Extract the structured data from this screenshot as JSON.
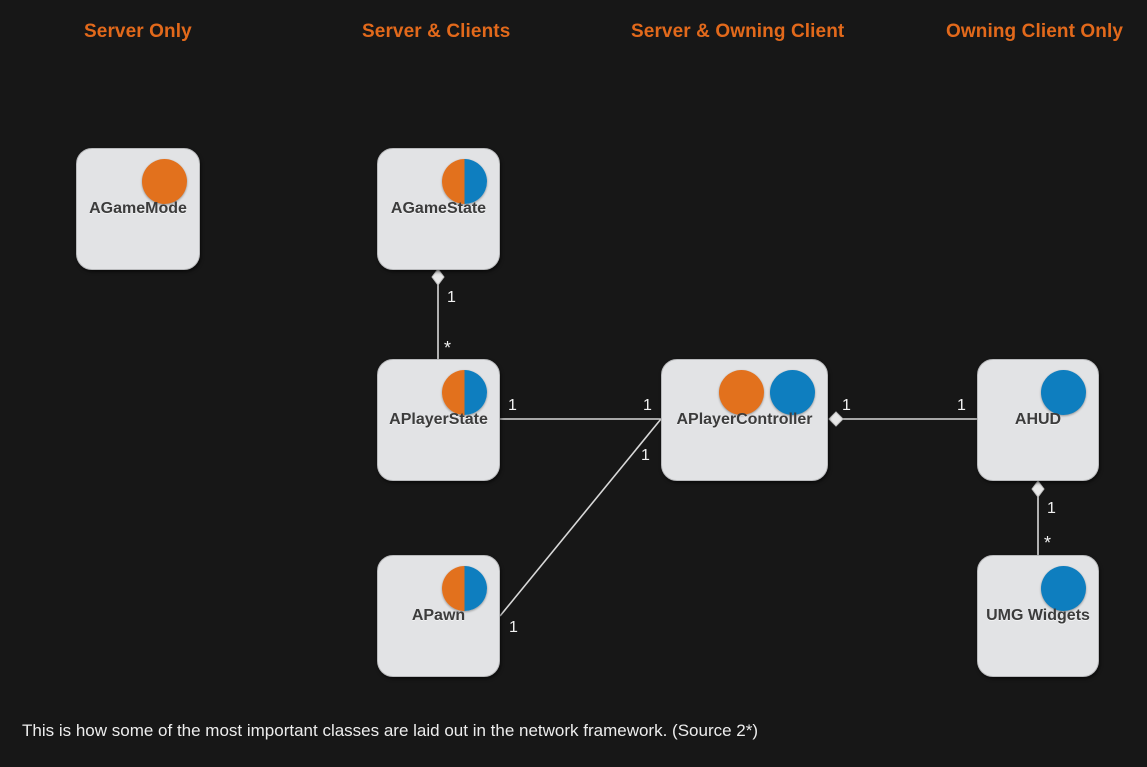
{
  "diagram": {
    "title": "Unreal Engine network framework class layout",
    "background_color": "#171717",
    "accent_color": "#E2691B",
    "node_fill": "#E2E3E5",
    "orange": "#E2711D",
    "blue": "#0E7EBF",
    "caption": "This is how some of the most important classes are laid out in the network framework. (Source 2*)"
  },
  "columns": [
    {
      "label": "Server Only"
    },
    {
      "label": "Server & Clients"
    },
    {
      "label": "Server & Owning Client"
    },
    {
      "label": "Owning Client Only"
    }
  ],
  "nodes": [
    {
      "id": "agamemode",
      "label": "AGameMode",
      "badges": [
        "orange"
      ]
    },
    {
      "id": "agamestate",
      "label": "AGameState",
      "badges": [
        "split"
      ]
    },
    {
      "id": "aplayerstate",
      "label": "APlayerState",
      "badges": [
        "split"
      ]
    },
    {
      "id": "apawn",
      "label": "APawn",
      "badges": [
        "split"
      ]
    },
    {
      "id": "aplayercontroller",
      "label": "APlayerController",
      "badges": [
        "orange",
        "blue"
      ]
    },
    {
      "id": "ahud",
      "label": "AHUD",
      "badges": [
        "blue"
      ]
    },
    {
      "id": "umgwidgets",
      "label": "UMG Widgets",
      "badges": [
        "blue"
      ]
    }
  ],
  "edges": [
    {
      "id": "gamestate-playerstate",
      "from": "agamestate",
      "to": "aplayerstate",
      "from_mult": "1",
      "to_mult": "*",
      "aggregation_at": "from"
    },
    {
      "id": "playerstate-controller",
      "from": "aplayerstate",
      "to": "aplayercontroller",
      "from_mult": "1",
      "to_mult": "1",
      "aggregation_at": "none"
    },
    {
      "id": "pawn-controller",
      "from": "apawn",
      "to": "aplayercontroller",
      "from_mult": "1",
      "to_mult": "1",
      "aggregation_at": "none"
    },
    {
      "id": "controller-hud",
      "from": "aplayercontroller",
      "to": "ahud",
      "from_mult": "1",
      "to_mult": "1",
      "aggregation_at": "from"
    },
    {
      "id": "hud-umgwidgets",
      "from": "ahud",
      "to": "umgwidgets",
      "from_mult": "1",
      "to_mult": "*",
      "aggregation_at": "from"
    }
  ]
}
